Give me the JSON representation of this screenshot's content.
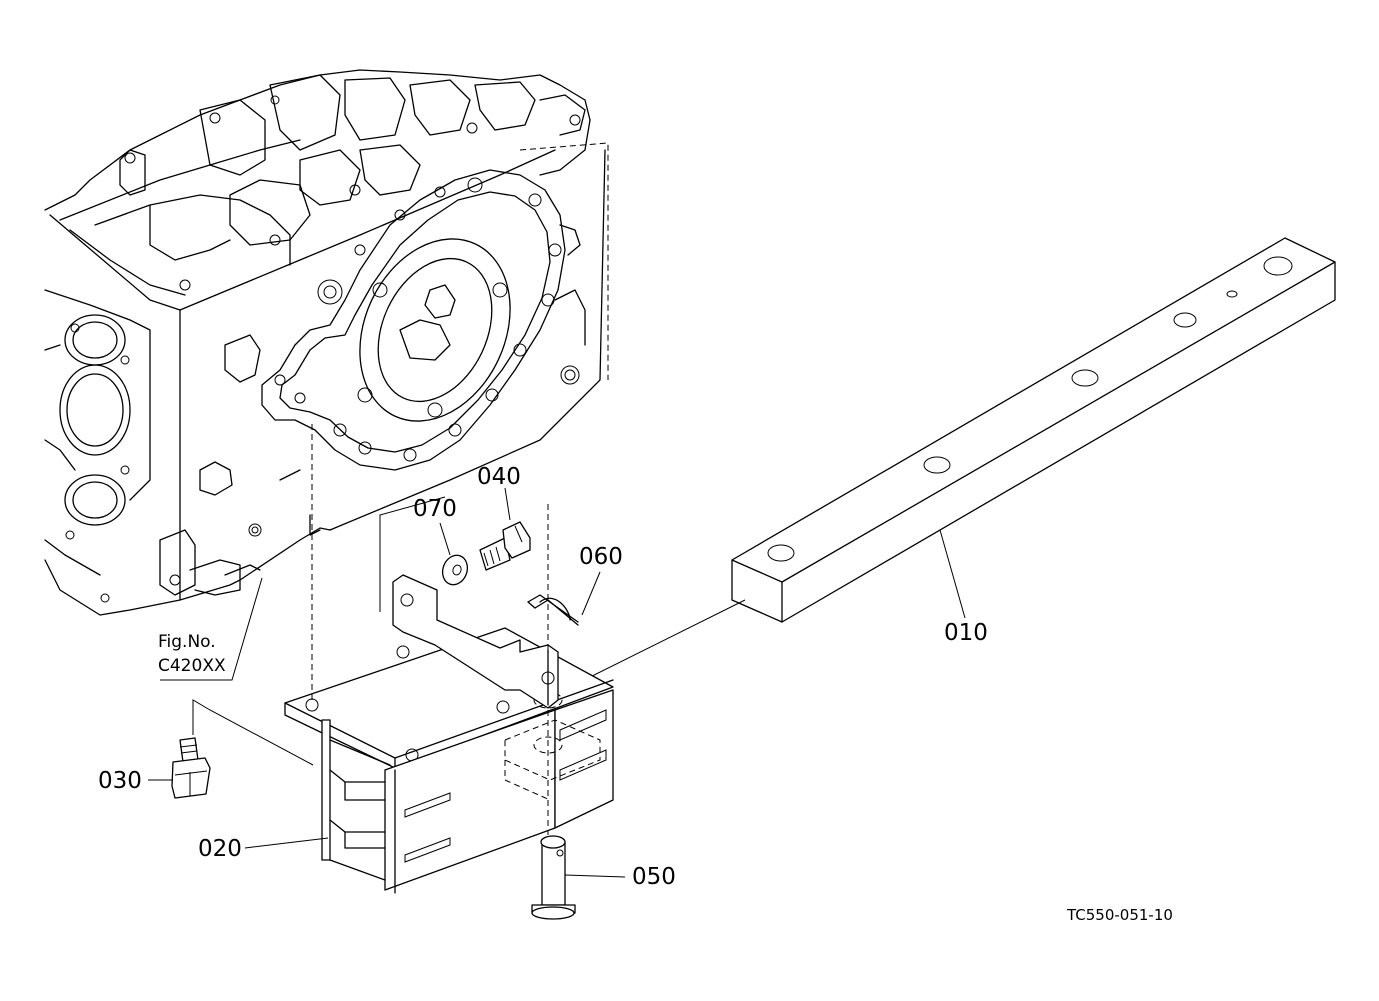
{
  "parts": [
    {
      "id": "010"
    },
    {
      "id": "020"
    },
    {
      "id": "030"
    },
    {
      "id": "040"
    },
    {
      "id": "050"
    },
    {
      "id": "060"
    },
    {
      "id": "070"
    }
  ],
  "reference": {
    "line1": "Fig.No.",
    "line2": "C420XX"
  },
  "drawing_code": "TC550-051-10"
}
